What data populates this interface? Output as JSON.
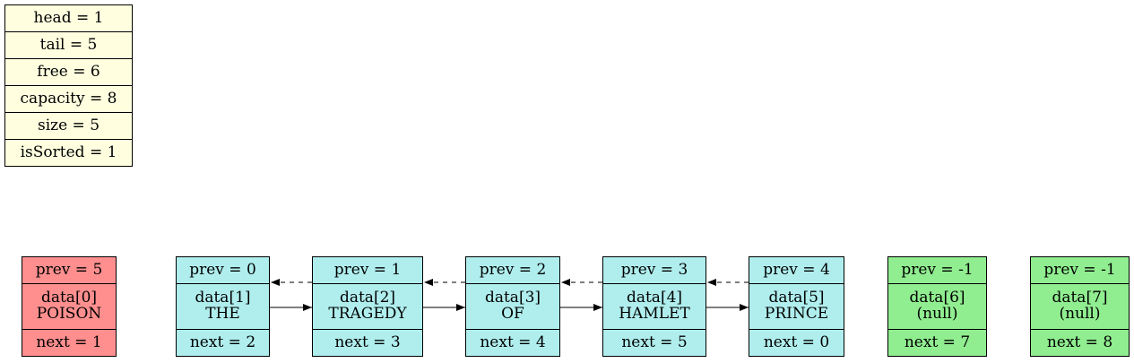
{
  "info": [
    {
      "label": "head = 1"
    },
    {
      "label": "tail = 5"
    },
    {
      "label": "free = 6"
    },
    {
      "label": "capacity = 8"
    },
    {
      "label": "size = 5"
    },
    {
      "label": "isSorted = 1"
    }
  ],
  "nodes": [
    {
      "prev": "prev = 5",
      "data": "data[0]",
      "value": "POISON",
      "next": "next = 1",
      "color": "#ff8f8f"
    },
    {
      "prev": "prev = 0",
      "data": "data[1]",
      "value": "THE",
      "next": "next = 2",
      "color": "#b0eeee"
    },
    {
      "prev": "prev = 1",
      "data": "data[2]",
      "value": "TRAGEDY",
      "next": "next = 3",
      "color": "#b0eeee"
    },
    {
      "prev": "prev = 2",
      "data": "data[3]",
      "value": "OF",
      "next": "next = 4",
      "color": "#b0eeee"
    },
    {
      "prev": "prev = 3",
      "data": "data[4]",
      "value": "HAMLET",
      "next": "next = 5",
      "color": "#b0eeee"
    },
    {
      "prev": "prev = 4",
      "data": "data[5]",
      "value": "PRINCE",
      "next": "next = 0",
      "color": "#b0eeee"
    },
    {
      "prev": "prev = -1",
      "data": "data[6]",
      "value": "(null)",
      "next": "next = 7",
      "color": "#90ee90"
    },
    {
      "prev": "prev = -1",
      "data": "data[7]",
      "value": "(null)",
      "next": "next = 8",
      "color": "#90ee90"
    }
  ]
}
